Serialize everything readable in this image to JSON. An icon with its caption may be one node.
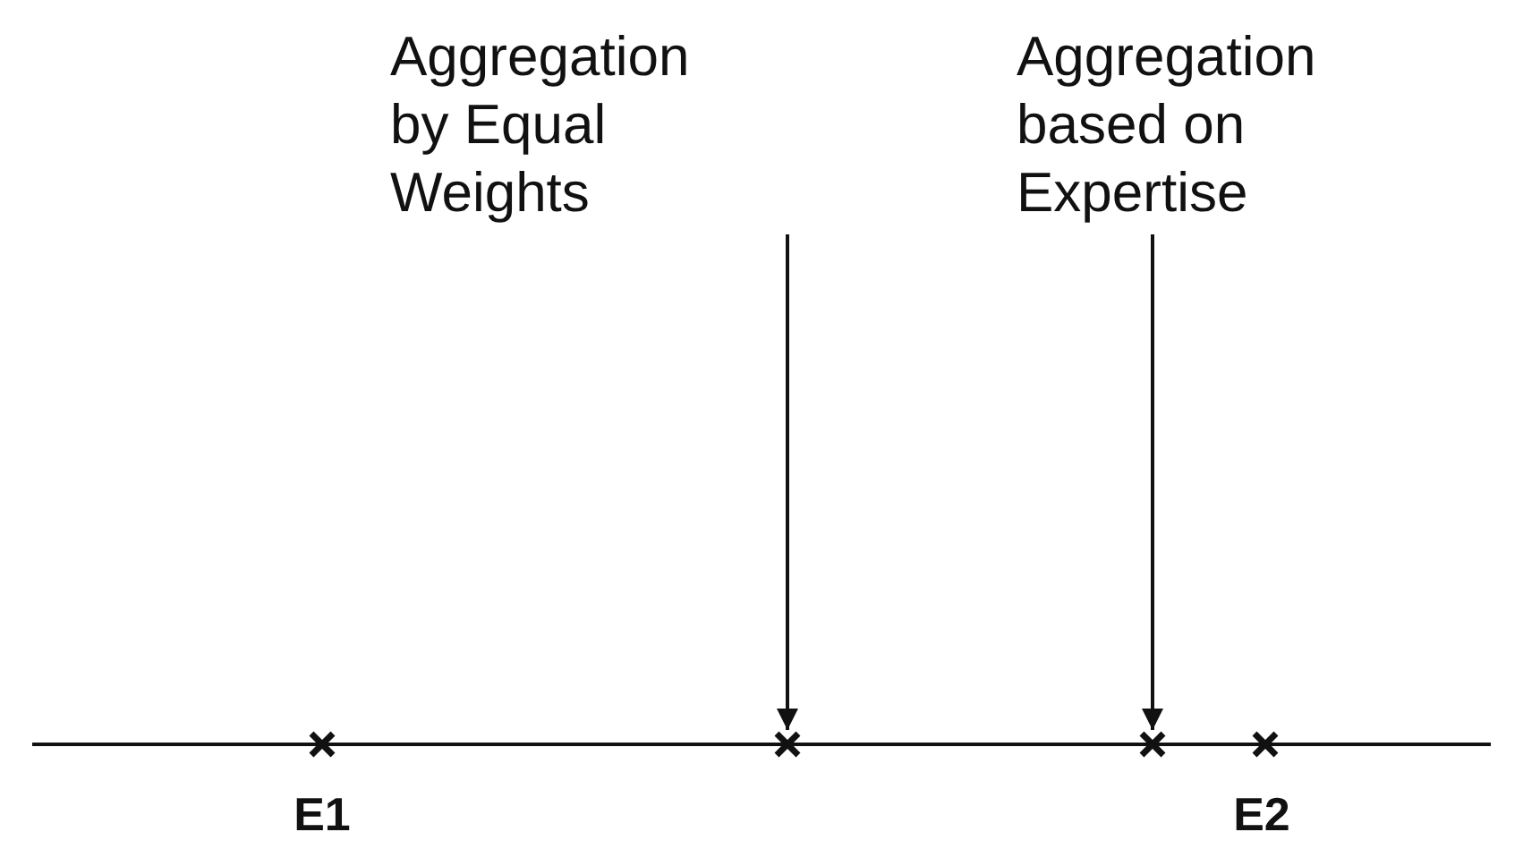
{
  "diagram": {
    "nodes": [
      {
        "text": [
          "Aggregation by Equal Weights"
        ]
      },
      {
        "text": [
          "Aggregation based on Expertise"
        ]
      },
      {
        "text": [],
        "shape": "cross"
      },
      {
        "text": [],
        "shape": "cross"
      }
    ],
    "edges": [
      {
        "from": 0,
        "to": 2,
        "arrow": "to"
      },
      {
        "from": 1,
        "to": 3,
        "arrow": "to"
      }
    ],
    "labels": [
      "E1",
      "E2"
    ]
  }
}
